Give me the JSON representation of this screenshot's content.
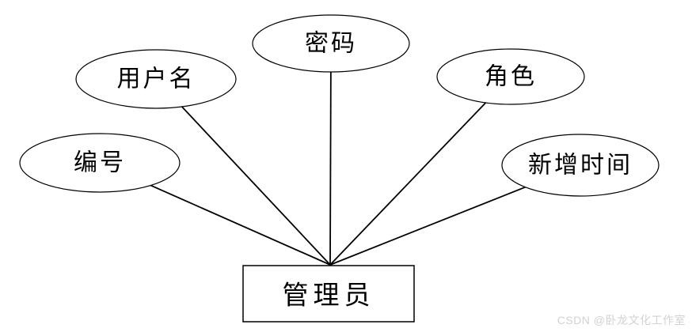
{
  "diagram": {
    "type": "er-diagram",
    "entity": {
      "label": "管理员"
    },
    "attributes": [
      {
        "id": "bianhao",
        "label": "编号"
      },
      {
        "id": "yonghuming",
        "label": "用户名"
      },
      {
        "id": "mima",
        "label": "密码"
      },
      {
        "id": "juese",
        "label": "角色"
      },
      {
        "id": "xinzengshijian",
        "label": "新增时间"
      }
    ],
    "colors": {
      "line": "#000000",
      "shape_fill": "#ffffff",
      "shape_stroke": "#000000",
      "text": "#000000"
    }
  },
  "watermark": {
    "text": "CSDN @卧龙文化工作室",
    "color": "#d2d2d2"
  }
}
